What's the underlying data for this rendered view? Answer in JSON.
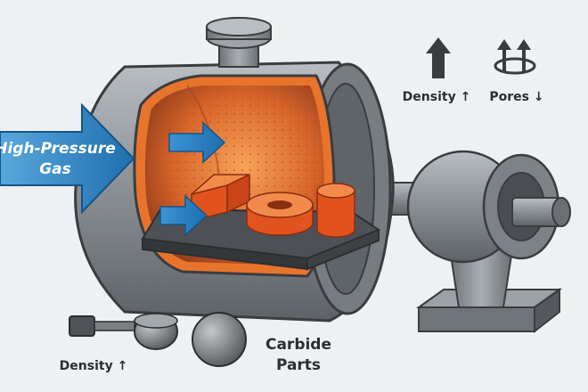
{
  "gas_label_line1": "High-Pressure",
  "gas_label_line2": "Gas",
  "legend_density": "Density ↑",
  "legend_pores": "Pores ↓",
  "bottom_density": "Density ↑",
  "parts_line1": "Carbide",
  "parts_line2": "Parts",
  "colors": {
    "background": "#eef0f1",
    "steel": "#8a8f94",
    "furnace_glow": "#e8742c",
    "gas_arrow": "#2f86c8",
    "text": "#2b2f33"
  }
}
